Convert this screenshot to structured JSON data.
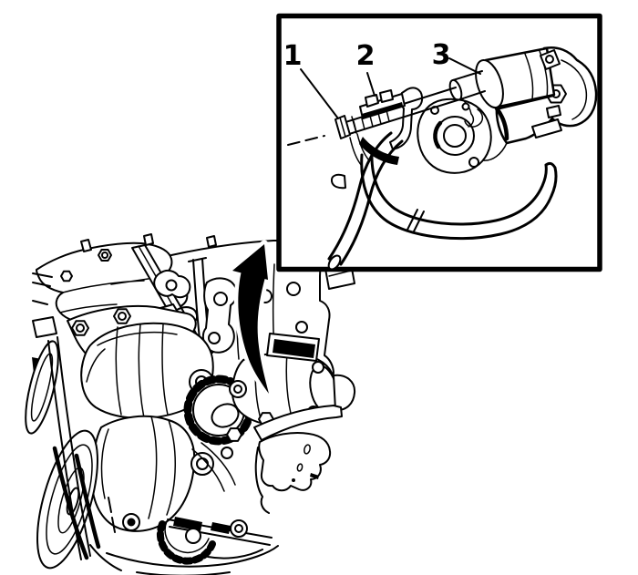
{
  "figure": {
    "type": "technical-line-illustration",
    "background_color": "#ffffff",
    "line_color": "#000000",
    "inset": {
      "callouts": [
        {
          "label": "1"
        },
        {
          "label": "2"
        },
        {
          "label": "3"
        }
      ]
    }
  }
}
